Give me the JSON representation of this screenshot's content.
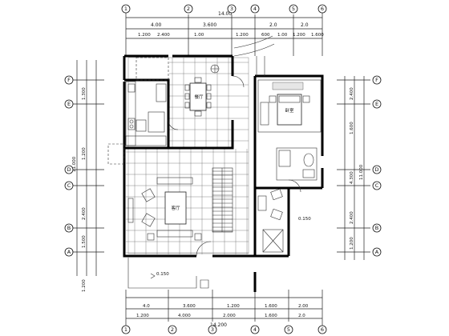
{
  "drawing": {
    "rooms": {
      "dining": "餐厅",
      "bedroom": "卧室",
      "living": "客厅"
    },
    "levels": {
      "main": "0.150",
      "right": "0.150"
    },
    "top_dims": {
      "overall": "14.00",
      "row1": [
        "4.00",
        "3.600",
        "2.0",
        "2.0"
      ],
      "row2": [
        "1.200",
        "2.400",
        "1.00",
        "1.200",
        "600",
        "1.00",
        "1.200",
        "1.600"
      ]
    },
    "bottom_dims": {
      "overall": "14.200",
      "row1": [
        "4.0",
        "3.600",
        "1.200",
        "1.600",
        "2.00"
      ],
      "row2": [
        "1.200",
        "4.000",
        "2.000",
        "1.600",
        "2.0"
      ]
    },
    "left_dims": {
      "overall": "11.000",
      "parts": [
        "1.300",
        "1.200",
        "2.400",
        "1.500",
        "1.200"
      ]
    },
    "right_dims": {
      "overall": "11.000",
      "parts": [
        "2.400",
        "1.600",
        "4.300",
        "2.400",
        "1.200"
      ]
    },
    "grid_top": [
      "1",
      "2",
      "3",
      "4",
      "5",
      "6"
    ],
    "grid_bottom": [
      "1",
      "2",
      "3",
      "4",
      "5",
      "6"
    ],
    "grid_left": [
      "F",
      "E",
      "D",
      "C",
      "B",
      "A"
    ],
    "grid_right": [
      "F",
      "E",
      "D",
      "C",
      "B",
      "A"
    ]
  }
}
